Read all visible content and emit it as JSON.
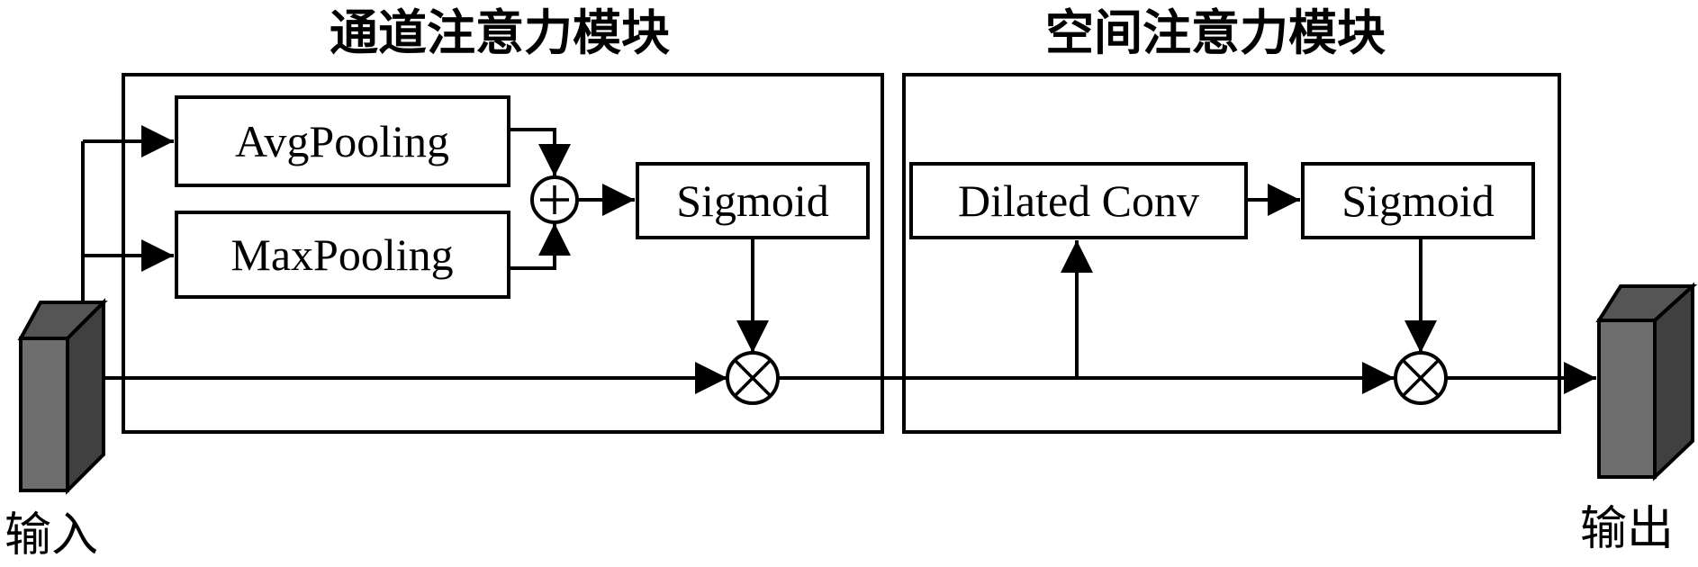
{
  "modules": {
    "channel_title": "通道注意力模块",
    "spatial_title": "空间注意力模块"
  },
  "channel": {
    "avgpool": "AvgPooling",
    "maxpool": "MaxPooling",
    "sigmoid": "Sigmoid"
  },
  "spatial": {
    "dilated_conv": "Dilated Conv",
    "sigmoid": "Sigmoid"
  },
  "io": {
    "input": "输入",
    "output": "输出"
  }
}
